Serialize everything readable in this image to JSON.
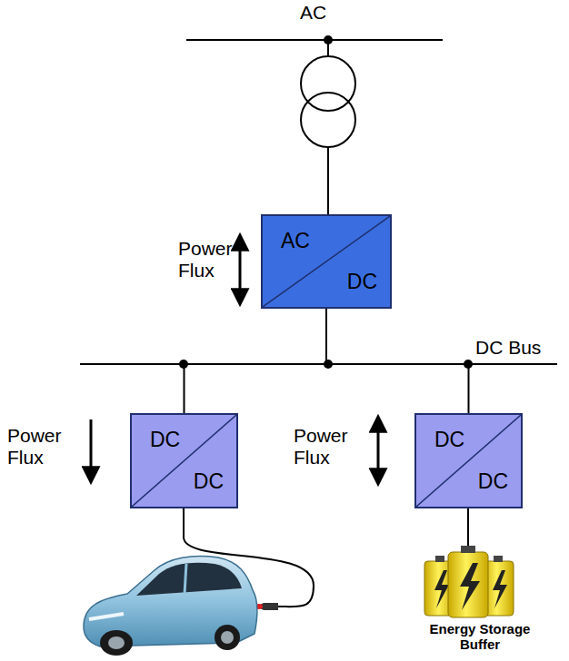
{
  "diagram": {
    "nodes": [
      {
        "text": [
          "AC",
          "DC"
        ]
      },
      {
        "text": [
          "DC",
          "DC"
        ]
      },
      {
        "text": [
          "DC",
          "DC"
        ]
      }
    ],
    "edges": [
      {
        "from": 0,
        "to": 1,
        "arrow": "none"
      },
      {
        "from": 0,
        "to": 2,
        "arrow": "none"
      }
    ],
    "labels": [
      "AC",
      "Power Flux",
      "DC Bus",
      "Power Flux",
      "Power Flux",
      "Energy Storage Buffer"
    ]
  }
}
